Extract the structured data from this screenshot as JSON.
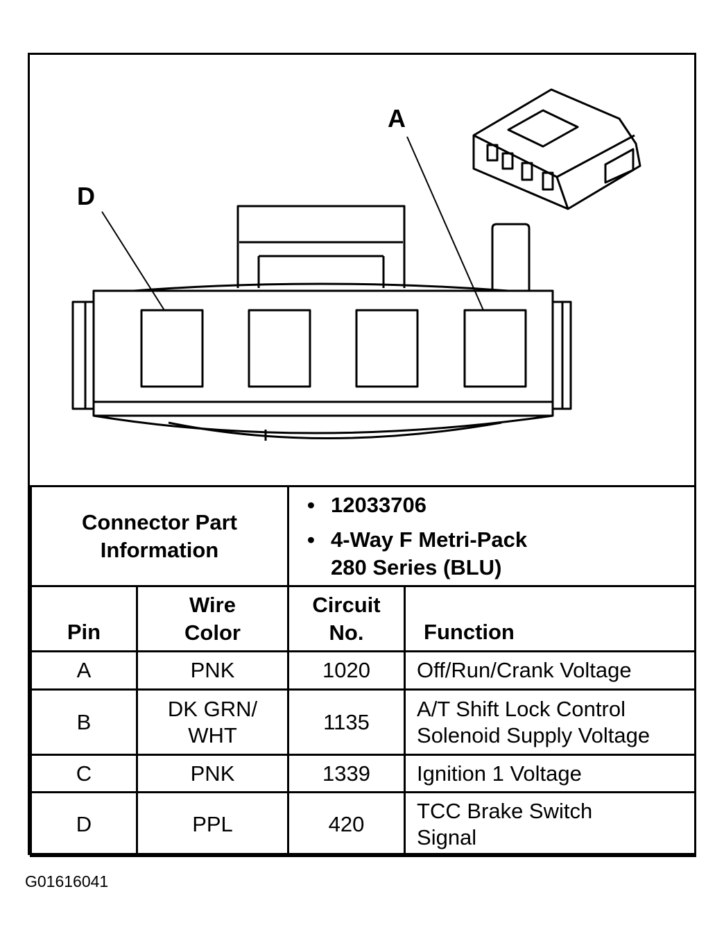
{
  "diagram": {
    "label_a": "A",
    "label_d": "D"
  },
  "connector_info": {
    "label": "Connector Part Information",
    "part_number": "12033706",
    "description_line1": "4-Way F Metri-Pack",
    "description_line2": "280 Series (BLU)",
    "bullet": "•"
  },
  "table": {
    "headers": {
      "pin": "Pin",
      "wire_color_line1": "Wire",
      "wire_color_line2": "Color",
      "circuit_line1": "Circuit",
      "circuit_line2": "No.",
      "function": "Function"
    },
    "rows": [
      {
        "pin": "A",
        "wire1": "PNK",
        "wire2": "",
        "circuit": "1020",
        "func1": "Off/Run/Crank Voltage",
        "func2": ""
      },
      {
        "pin": "B",
        "wire1": "DK GRN/",
        "wire2": "WHT",
        "circuit": "1135",
        "func1": "A/T Shift Lock Control",
        "func2": "Solenoid Supply Voltage"
      },
      {
        "pin": "C",
        "wire1": "PNK",
        "wire2": "",
        "circuit": "1339",
        "func1": "Ignition 1 Voltage",
        "func2": ""
      },
      {
        "pin": "D",
        "wire1": "PPL",
        "wire2": "",
        "circuit": "420",
        "func1": "TCC Brake Switch",
        "func2": "Signal"
      }
    ]
  },
  "footer": {
    "figure_id": "G01616041"
  }
}
